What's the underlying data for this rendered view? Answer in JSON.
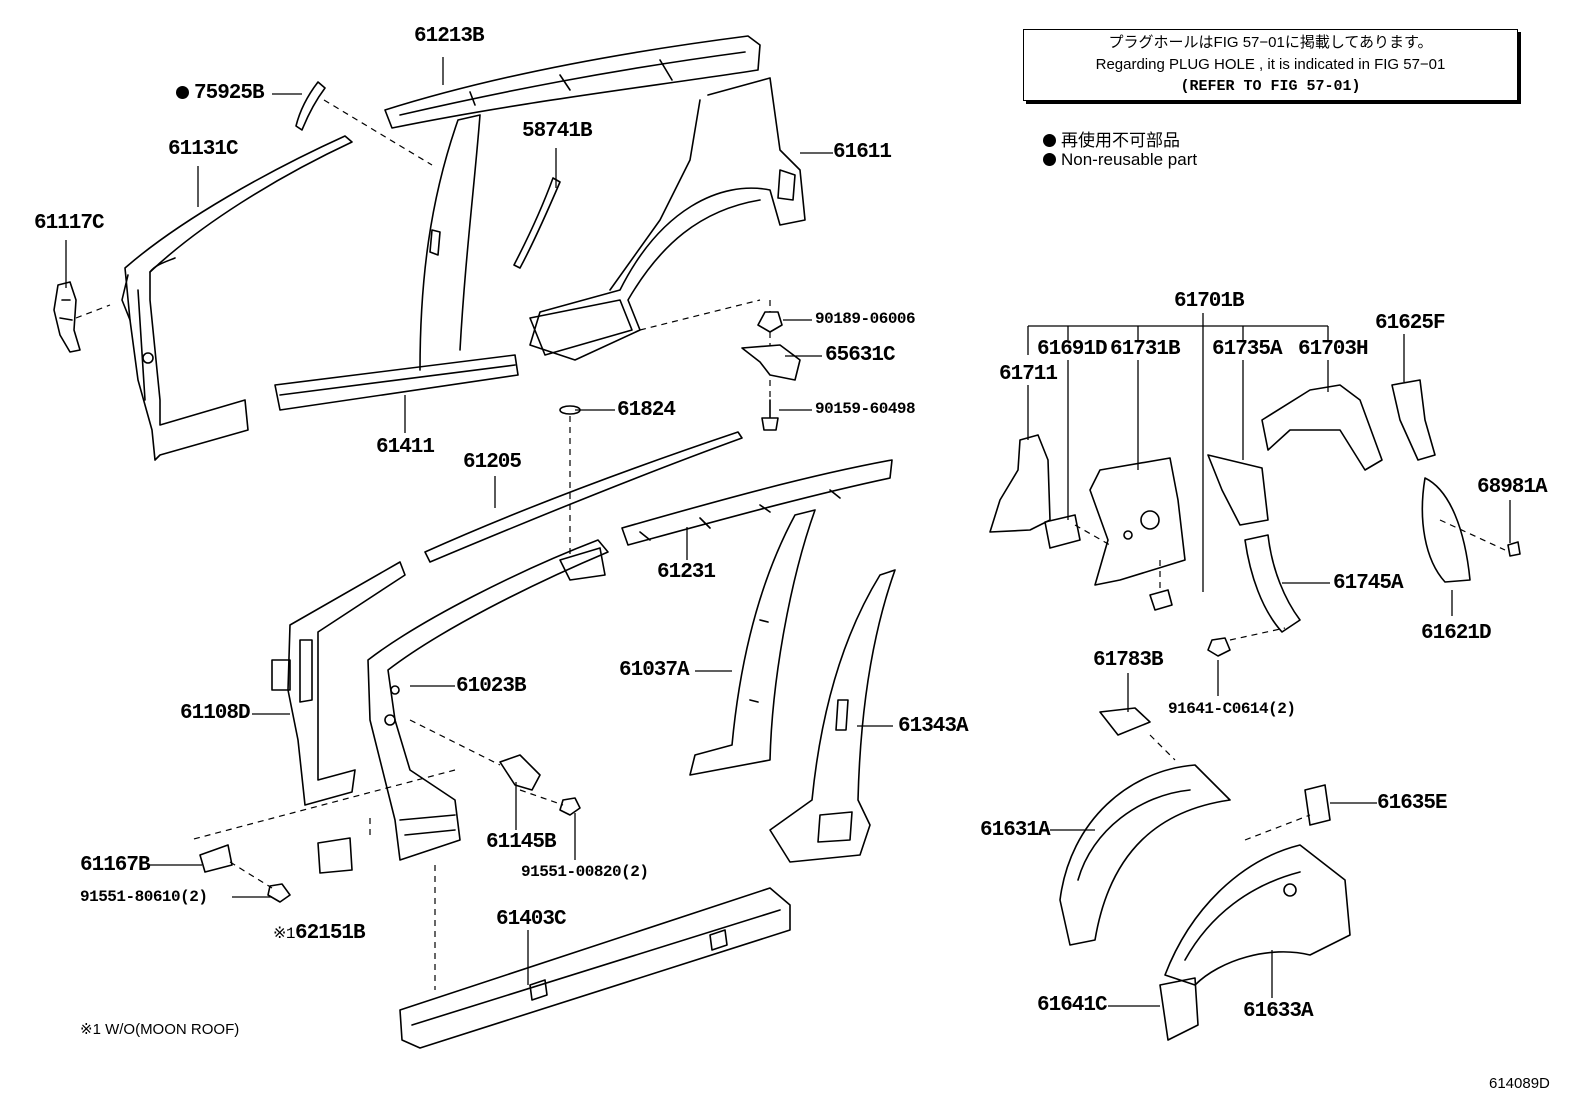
{
  "notice": {
    "line1": "プラグホールはFIG 57−01に掲載してあります。",
    "line2": "Regarding  PLUG  HOLE , it is indicated in FIG  57−01",
    "line3": "(REFER TO FIG 57-01)"
  },
  "legend": {
    "jp": "再使用不可部品",
    "en": "Non-reusable part"
  },
  "parts": {
    "p61213B": "61213B",
    "p75925B": "75925B",
    "p61131C": "61131C",
    "p61117C": "61117C",
    "p58741B": "58741B",
    "p61611": "61611",
    "p90189": "90189-06006",
    "p65631C": "65631C",
    "p90159": "90159-60498",
    "p61411": "61411",
    "p61824": "61824",
    "p61205": "61205",
    "p61231": "61231",
    "p61108D": "61108D",
    "p61023B": "61023B",
    "p61037A": "61037A",
    "p61343A": "61343A",
    "p61145B": "61145B",
    "p91551_00820": "91551-00820(2)",
    "p61167B": "61167B",
    "p91551_80610": "91551-80610(2)",
    "p62151B": "62151B",
    "p62151B_mark": "※1",
    "p61403C": "61403C",
    "p61701B": "61701B",
    "p61625F": "61625F",
    "p61691D": "61691D",
    "p61731B": "61731B",
    "p61735A": "61735A",
    "p61703H": "61703H",
    "p61711": "61711",
    "p68981A": "68981A",
    "p61745A": "61745A",
    "p61621D": "61621D",
    "p61783B": "61783B",
    "p91641": "91641-C0614(2)",
    "p61631A": "61631A",
    "p61635E": "61635E",
    "p61641C": "61641C",
    "p61633A": "61633A"
  },
  "footnote": "※1 W/O(MOON ROOF)",
  "figure_id": "614089D"
}
